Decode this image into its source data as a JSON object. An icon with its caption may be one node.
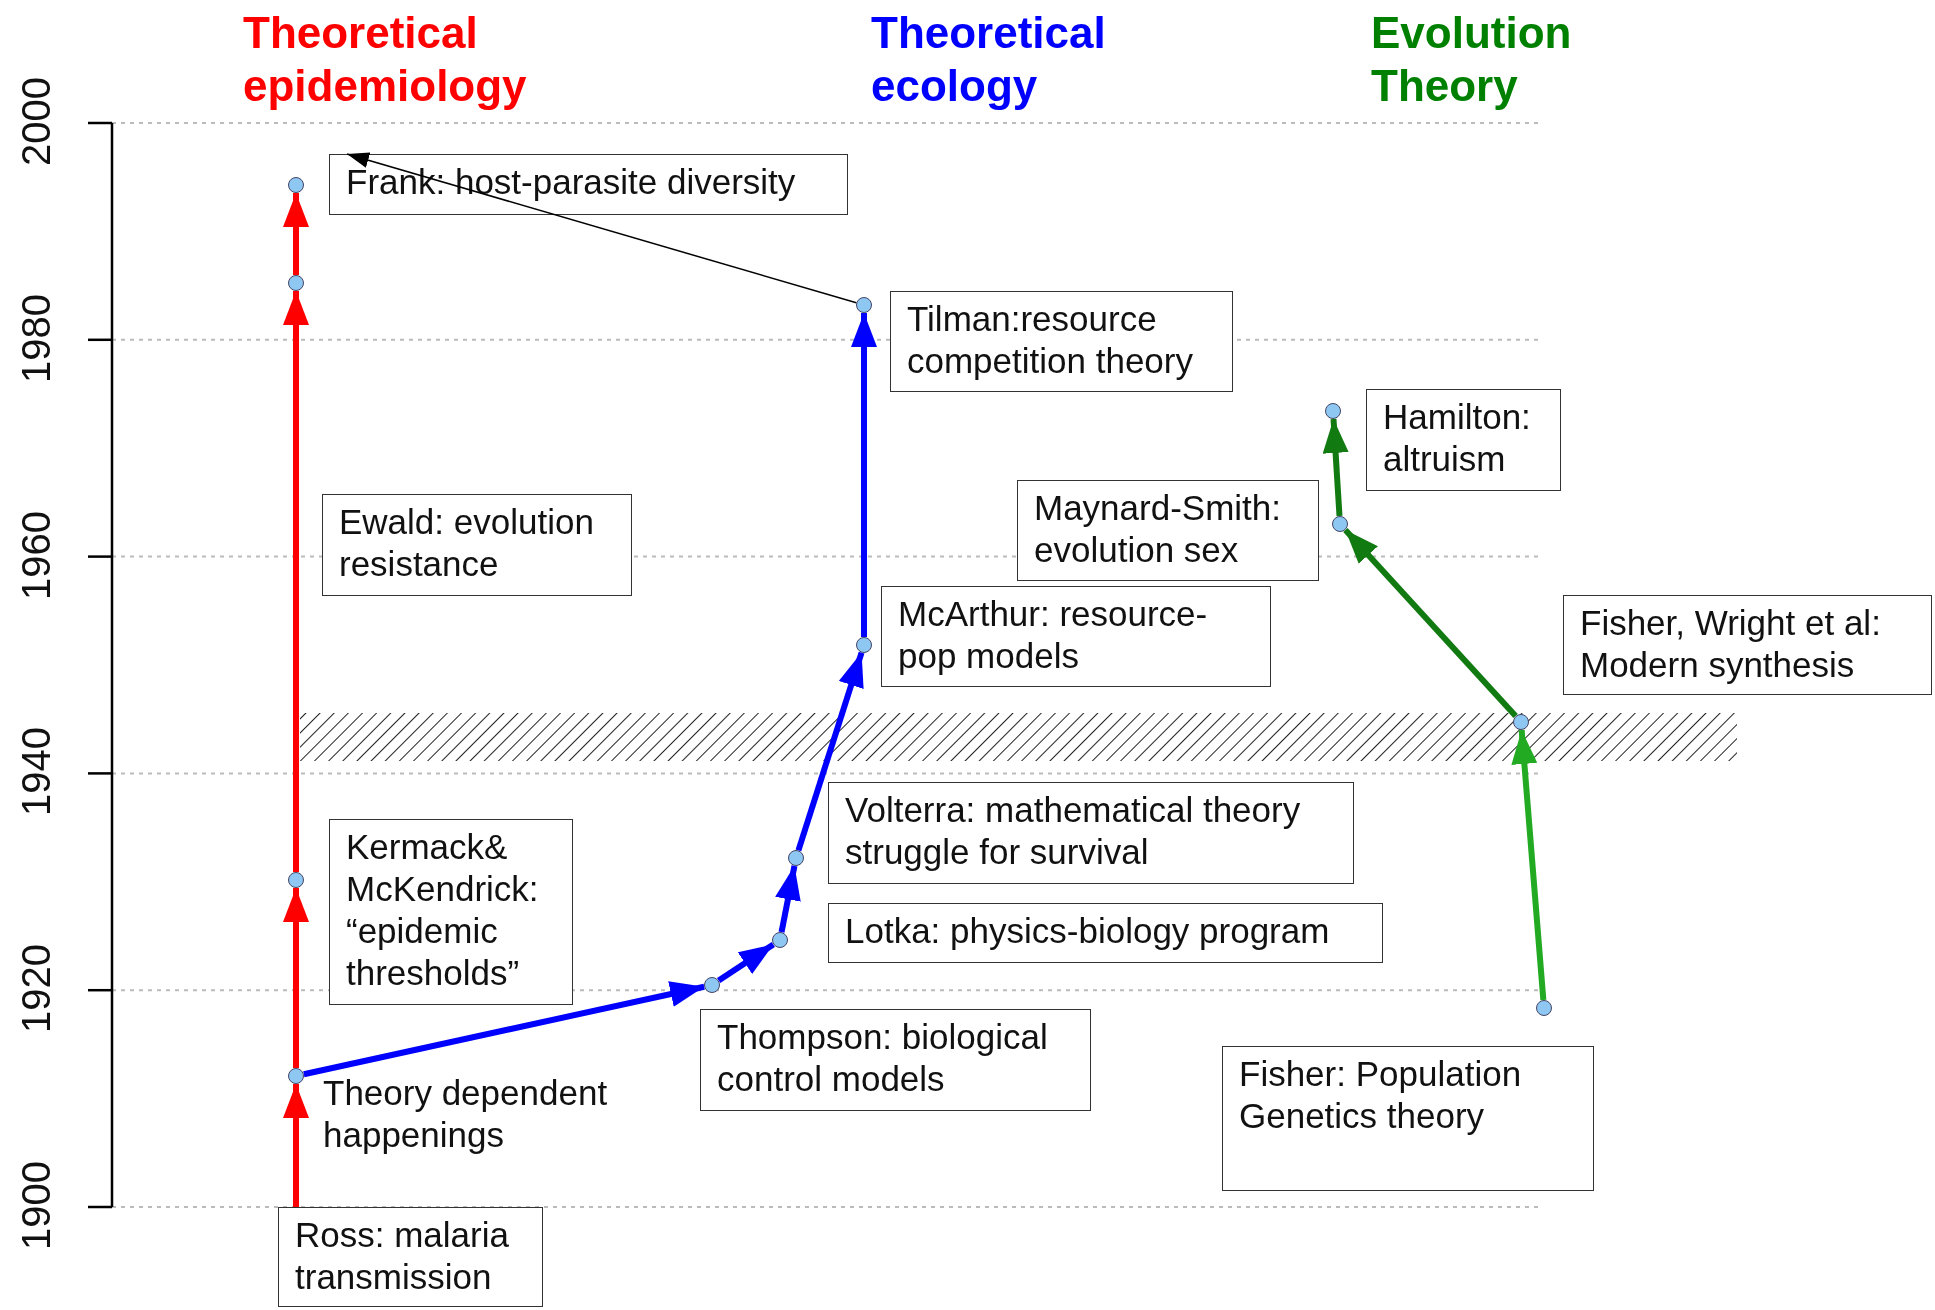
{
  "diagram": {
    "nodes": [
      {
        "text": [],
        "shape": "circle"
      },
      {
        "text": [
          "Frank: host-parasite diversity"
        ]
      },
      {
        "text": [],
        "shape": "circle"
      },
      {
        "text": [],
        "shape": "circle"
      },
      {
        "text": [
          "Tilman:resource competition theory"
        ]
      },
      {
        "text": [],
        "shape": "circle"
      },
      {
        "text": [
          "Hamilton: altruism"
        ]
      },
      {
        "text": [
          "Maynard-Smith: evolution sex"
        ]
      },
      {
        "text": [],
        "shape": "circle"
      },
      {
        "text": [
          "Ewald: evolution resistance"
        ]
      },
      {
        "text": [
          "McArthur: resource-pop models"
        ]
      },
      {
        "text": [],
        "shape": "circle"
      },
      {
        "text": [
          "Fisher, Wright et al: Modern synthesis"
        ]
      },
      {
        "text": [],
        "shape": "circle"
      },
      {
        "text": [
          "Volterra: mathematical theory struggle for survival"
        ]
      },
      {
        "text": [],
        "shape": "circle"
      },
      {
        "text": [],
        "shape": "circle"
      },
      {
        "text": [
          "Kermack& McKendrick: “epidemic thresholds”"
        ]
      },
      {
        "text": [],
        "shape": "circle"
      },
      {
        "text": [
          "Lotka: physics-biology program"
        ]
      },
      {
        "text": [],
        "shape": "circle"
      },
      {
        "text": [
          "Thompson: biological control models"
        ]
      },
      {
        "text": [],
        "shape": "circle",
        "beside": [
          "Theory dependent happenings"
        ]
      },
      {
        "text": [
          "Fisher: Population Genetics theory"
        ]
      },
      {
        "text": [],
        "shape": "circle"
      },
      {
        "text": [
          "Ross: malaria transmission"
        ]
      }
    ],
    "edges": [
      {
        "from": 25,
        "to": 22,
        "arrow": "to",
        "color": "#ff0000"
      },
      {
        "from": 22,
        "to": 16,
        "arrow": "to",
        "color": "#ff0000"
      },
      {
        "from": 16,
        "to": 2,
        "arrow": "to",
        "color": "#ff0000"
      },
      {
        "from": 2,
        "to": 0,
        "arrow": "to",
        "color": "#ff0000"
      },
      {
        "from": 22,
        "to": 20,
        "arrow": "to",
        "color": "#0000ff"
      },
      {
        "from": 20,
        "to": 18,
        "arrow": "to",
        "color": "#0000ff"
      },
      {
        "from": 18,
        "to": 15,
        "arrow": "to",
        "color": "#0000ff"
      },
      {
        "from": 15,
        "to": 11,
        "arrow": "to",
        "color": "#0000ff"
      },
      {
        "from": 11,
        "to": 3,
        "arrow": "to",
        "color": "#0000ff"
      },
      {
        "from": 3,
        "to": 1,
        "arrow": "to",
        "color": "#000000"
      },
      {
        "from": 24,
        "to": 13,
        "arrow": "to",
        "color": "#22aa22"
      },
      {
        "from": 13,
        "to": 8,
        "arrow": "to",
        "color": "#117a11"
      },
      {
        "from": 8,
        "to": 5,
        "arrow": "to",
        "color": "#117a11"
      }
    ],
    "labels": [
      "Theoretical epidemiology",
      "Theoretical ecology",
      "Evolution Theory",
      "2000",
      "1980",
      "1960",
      "1940",
      "1920",
      "1900"
    ]
  }
}
